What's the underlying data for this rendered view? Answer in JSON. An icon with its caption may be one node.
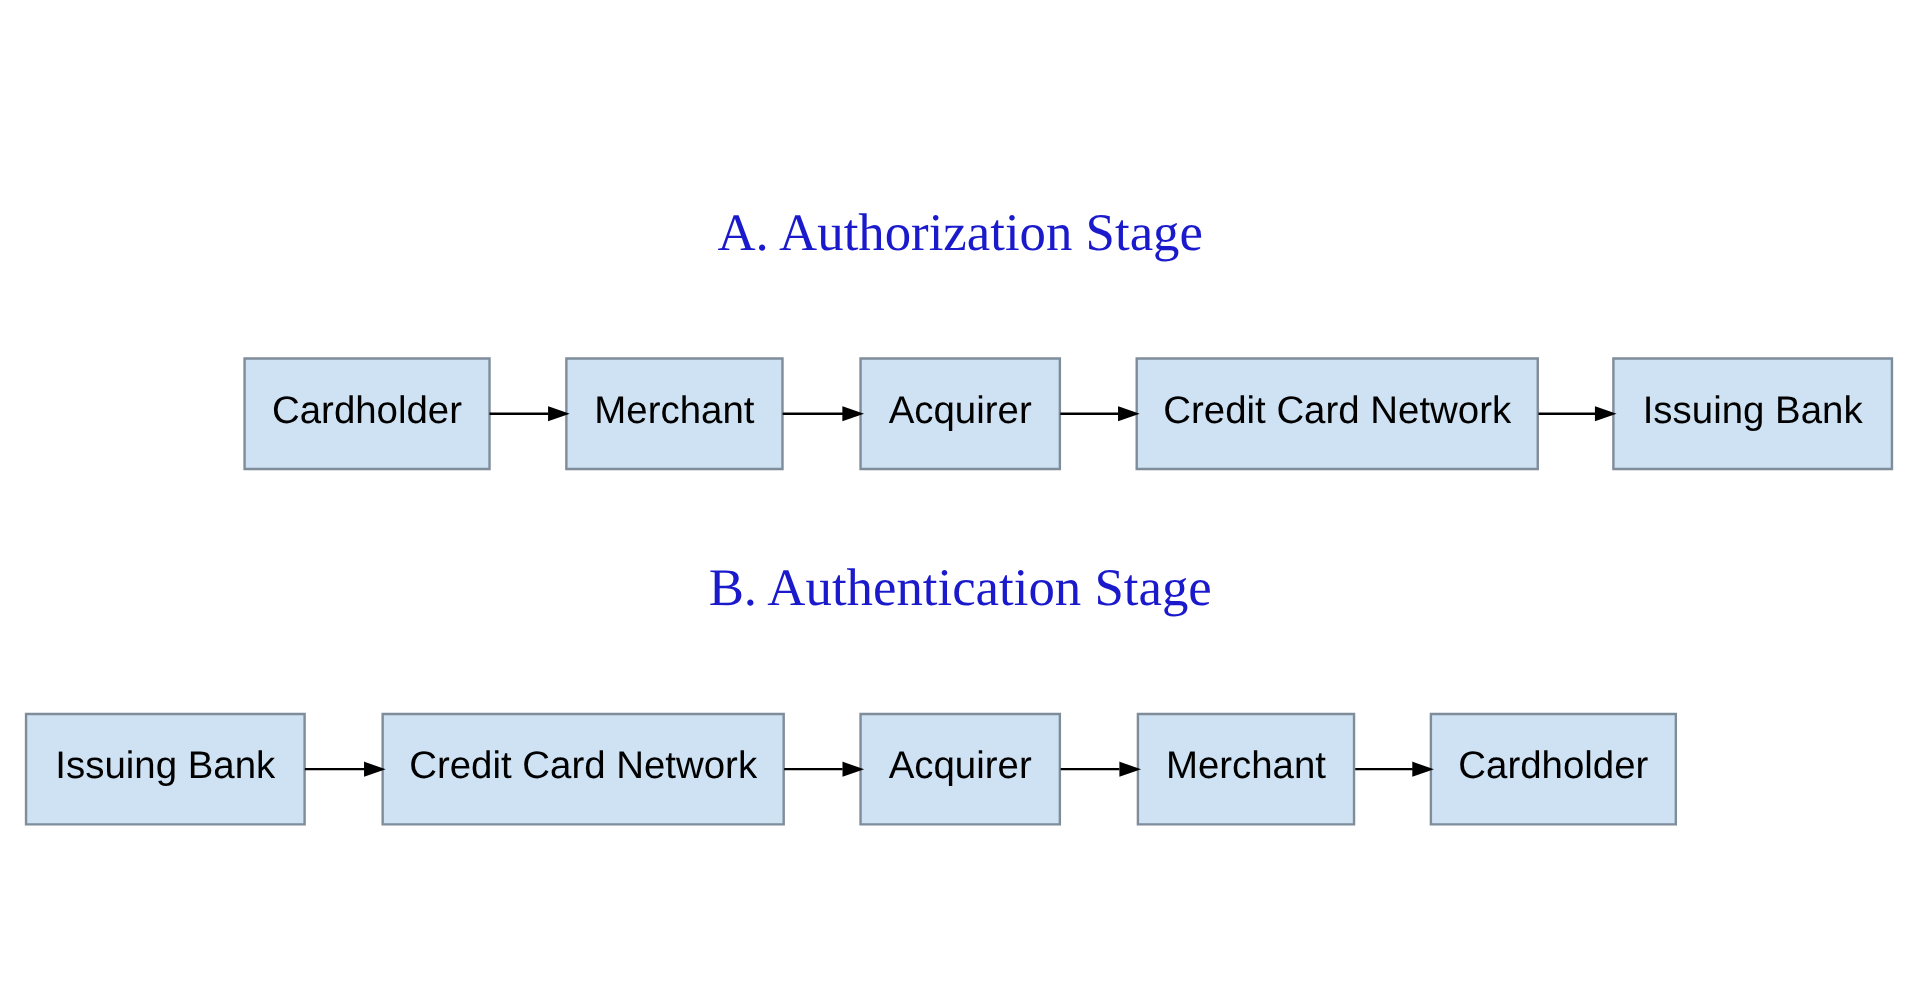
{
  "diagram": {
    "nodes": [
      {
        "text": [
          "Cardholder"
        ]
      },
      {
        "text": [
          "Merchant"
        ]
      },
      {
        "text": [
          "Acquirer"
        ]
      },
      {
        "text": [
          "Credit Card Network"
        ]
      },
      {
        "text": [
          "Issuing Bank"
        ]
      },
      {
        "text": [
          "Issuing Bank"
        ]
      },
      {
        "text": [
          "Credit Card Network"
        ]
      },
      {
        "text": [
          "Acquirer"
        ]
      },
      {
        "text": [
          "Merchant"
        ]
      },
      {
        "text": [
          "Cardholder"
        ]
      }
    ],
    "edges": [
      {
        "from": 0,
        "to": 1,
        "arrow": "to"
      },
      {
        "from": 1,
        "to": 2,
        "arrow": "to"
      },
      {
        "from": 2,
        "to": 3,
        "arrow": "to"
      },
      {
        "from": 3,
        "to": 4,
        "arrow": "to"
      },
      {
        "from": 5,
        "to": 6,
        "arrow": "to"
      },
      {
        "from": 6,
        "to": 7,
        "arrow": "to"
      },
      {
        "from": 7,
        "to": 8,
        "arrow": "to"
      },
      {
        "from": 8,
        "to": 9,
        "arrow": "to"
      }
    ],
    "labels": [
      "A. Authorization Stage",
      "B. Authentication Stage"
    ]
  }
}
